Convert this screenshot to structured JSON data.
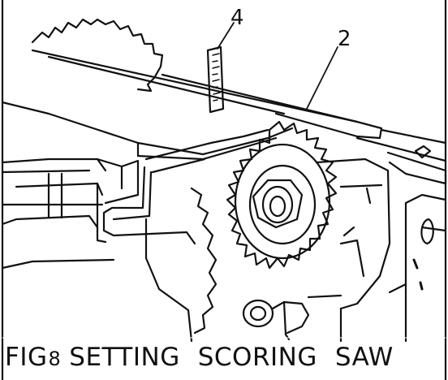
{
  "figure": {
    "callouts": [
      {
        "id": "ruler-callout",
        "label": "4"
      },
      {
        "id": "fence-callout",
        "label": "2"
      }
    ],
    "caption": {
      "prefix": "FIG",
      "number": "8",
      "words": [
        "SETTING",
        "SCORING",
        "SAW"
      ]
    }
  }
}
